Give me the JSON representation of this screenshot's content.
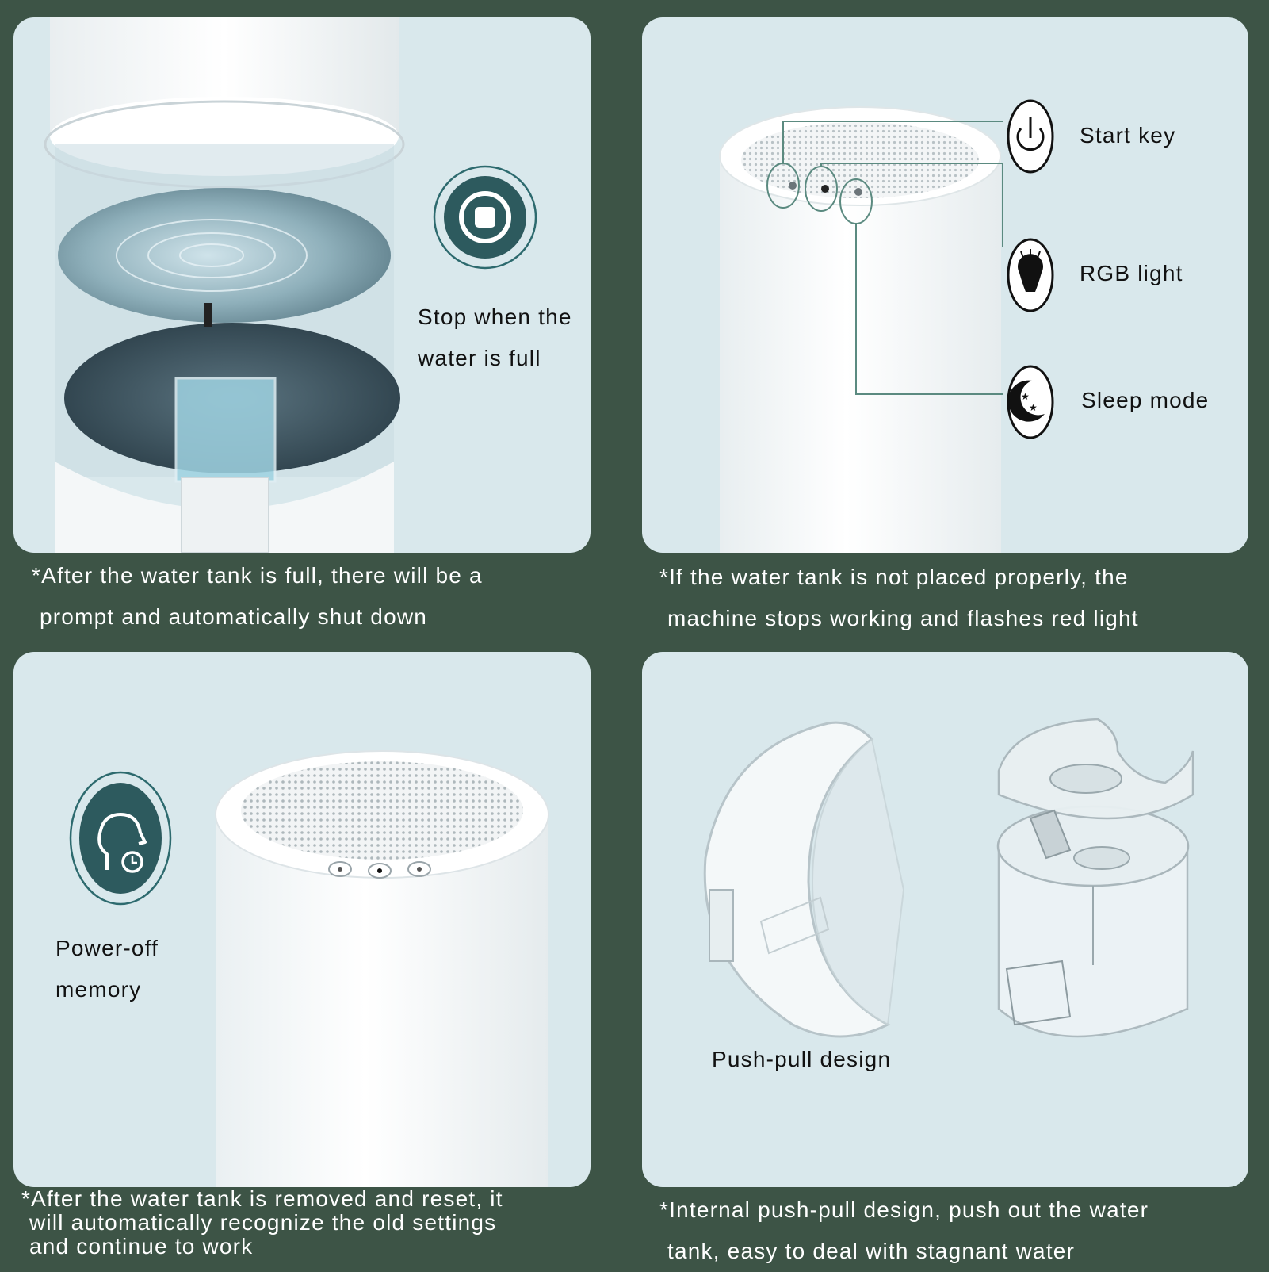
{
  "colors": {
    "background": "#3d5446",
    "panel": "#d9e8ec",
    "accent_teal": "#2d5a5e",
    "caption_text": "#ffffff",
    "label_text": "#111111"
  },
  "panels": {
    "top_left": {
      "icon": "stop-square-icon",
      "label_line1": "Stop when the",
      "label_line2": "water is full",
      "caption_line1": "*After the water tank is full, there will be a",
      "caption_line2": "prompt and automatically shut down"
    },
    "top_right": {
      "controls": [
        {
          "icon": "power-icon",
          "label": "Start key"
        },
        {
          "icon": "lightbulb-icon",
          "label": "RGB light"
        },
        {
          "icon": "moon-stars-icon",
          "label": "Sleep mode"
        }
      ],
      "caption_line1": "*If the water tank is not placed properly, the",
      "caption_line2": "machine stops working and flashes red light"
    },
    "bottom_left": {
      "icon": "head-clock-memory-icon",
      "label_line1": "Power-off",
      "label_line2": "memory",
      "caption_line1": "*After the water tank is removed and reset, it",
      "caption_line2": "will automatically recognize the old settings",
      "caption_line3": "and continue to work"
    },
    "bottom_right": {
      "label": "Push-pull design",
      "caption_line1": "*Internal push-pull design, push out the water",
      "caption_line2": "tank, easy to deal with stagnant water"
    }
  }
}
